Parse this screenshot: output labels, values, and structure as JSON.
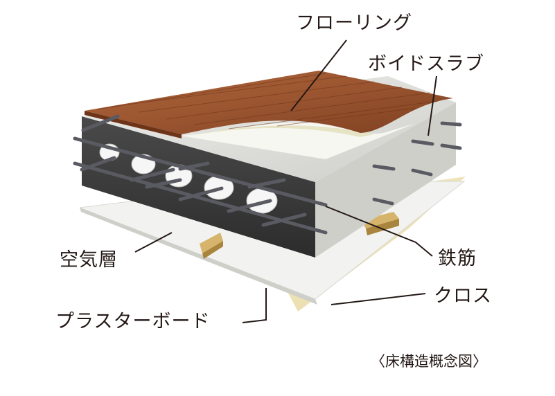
{
  "labels": {
    "flooring": "フローリング",
    "void_slab": "ボイドスラブ",
    "air_layer": "空気層",
    "rebar": "鉄筋",
    "cloth": "クロス",
    "plasterboard": "プラスターボード"
  },
  "caption": "〈床構造概念図〉",
  "colors": {
    "wood": "#9a5530",
    "wood_dark": "#6e3418",
    "concrete": "#dcdcd6",
    "slab_section": "#3a3a3a",
    "rebar": "#55565c",
    "void": "#f4f4f4",
    "plaster": "#f1f1ef",
    "cloth": "#efe4b8",
    "joist": "#d6b46c",
    "leader": "#231815"
  }
}
